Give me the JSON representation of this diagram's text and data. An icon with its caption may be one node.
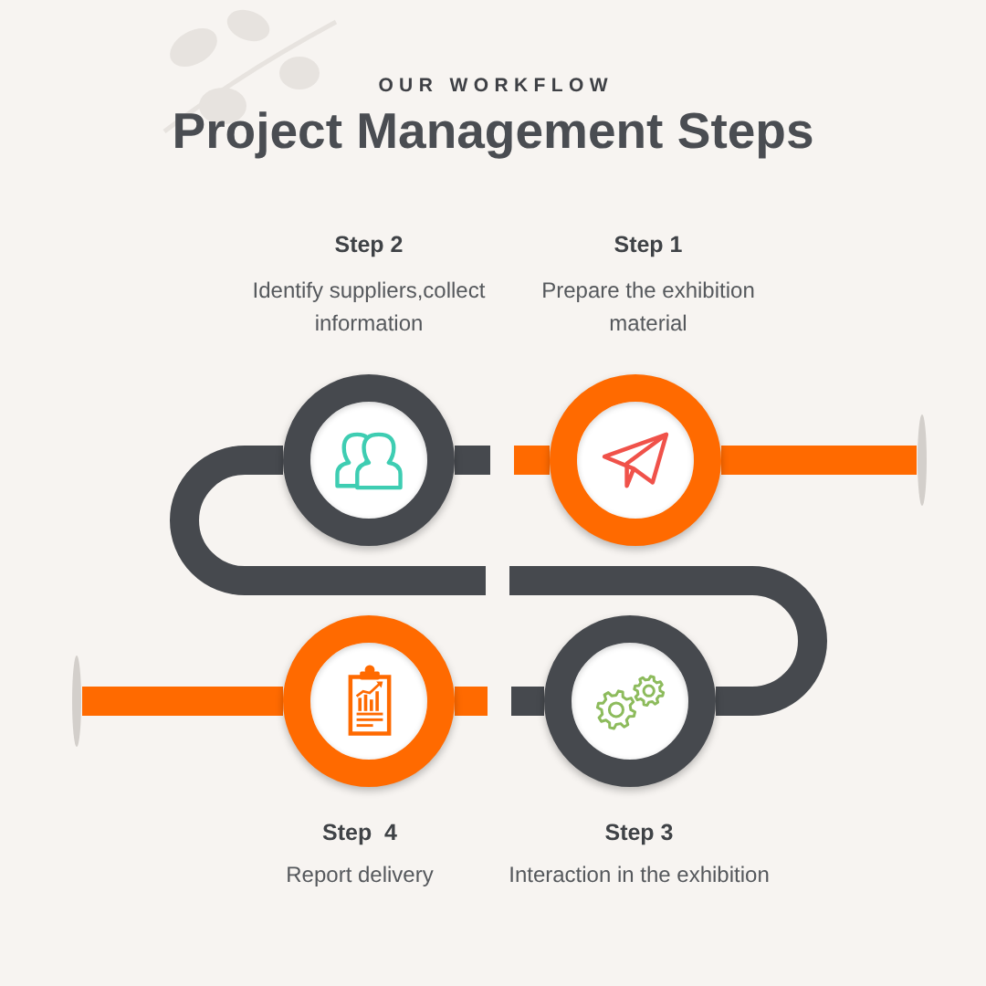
{
  "diagram": {
    "title": "Project Management Steps",
    "nodes": [
      {
        "text": [
          "Step 2",
          "Identify suppliers,collect information"
        ]
      },
      {
        "text": [
          "Step 1",
          "Prepare the exhibition material"
        ]
      },
      {
        "text": [
          "Step  4",
          "Report delivery"
        ]
      },
      {
        "text": [
          "Step 3",
          "Interaction in the exhibition"
        ]
      }
    ],
    "edges": [
      {
        "from": null,
        "to": 1,
        "arrow": "none"
      },
      {
        "from": 1,
        "to": 0,
        "arrow": "none"
      },
      {
        "from": 0,
        "to": 3,
        "arrow": "none",
        "color": "#46494e"
      },
      {
        "from": 3,
        "to": 2,
        "arrow": "none"
      },
      {
        "from": 2,
        "to": null,
        "arrow": "none"
      }
    ],
    "labels": [
      "OUR WORKFLOW"
    ]
  }
}
